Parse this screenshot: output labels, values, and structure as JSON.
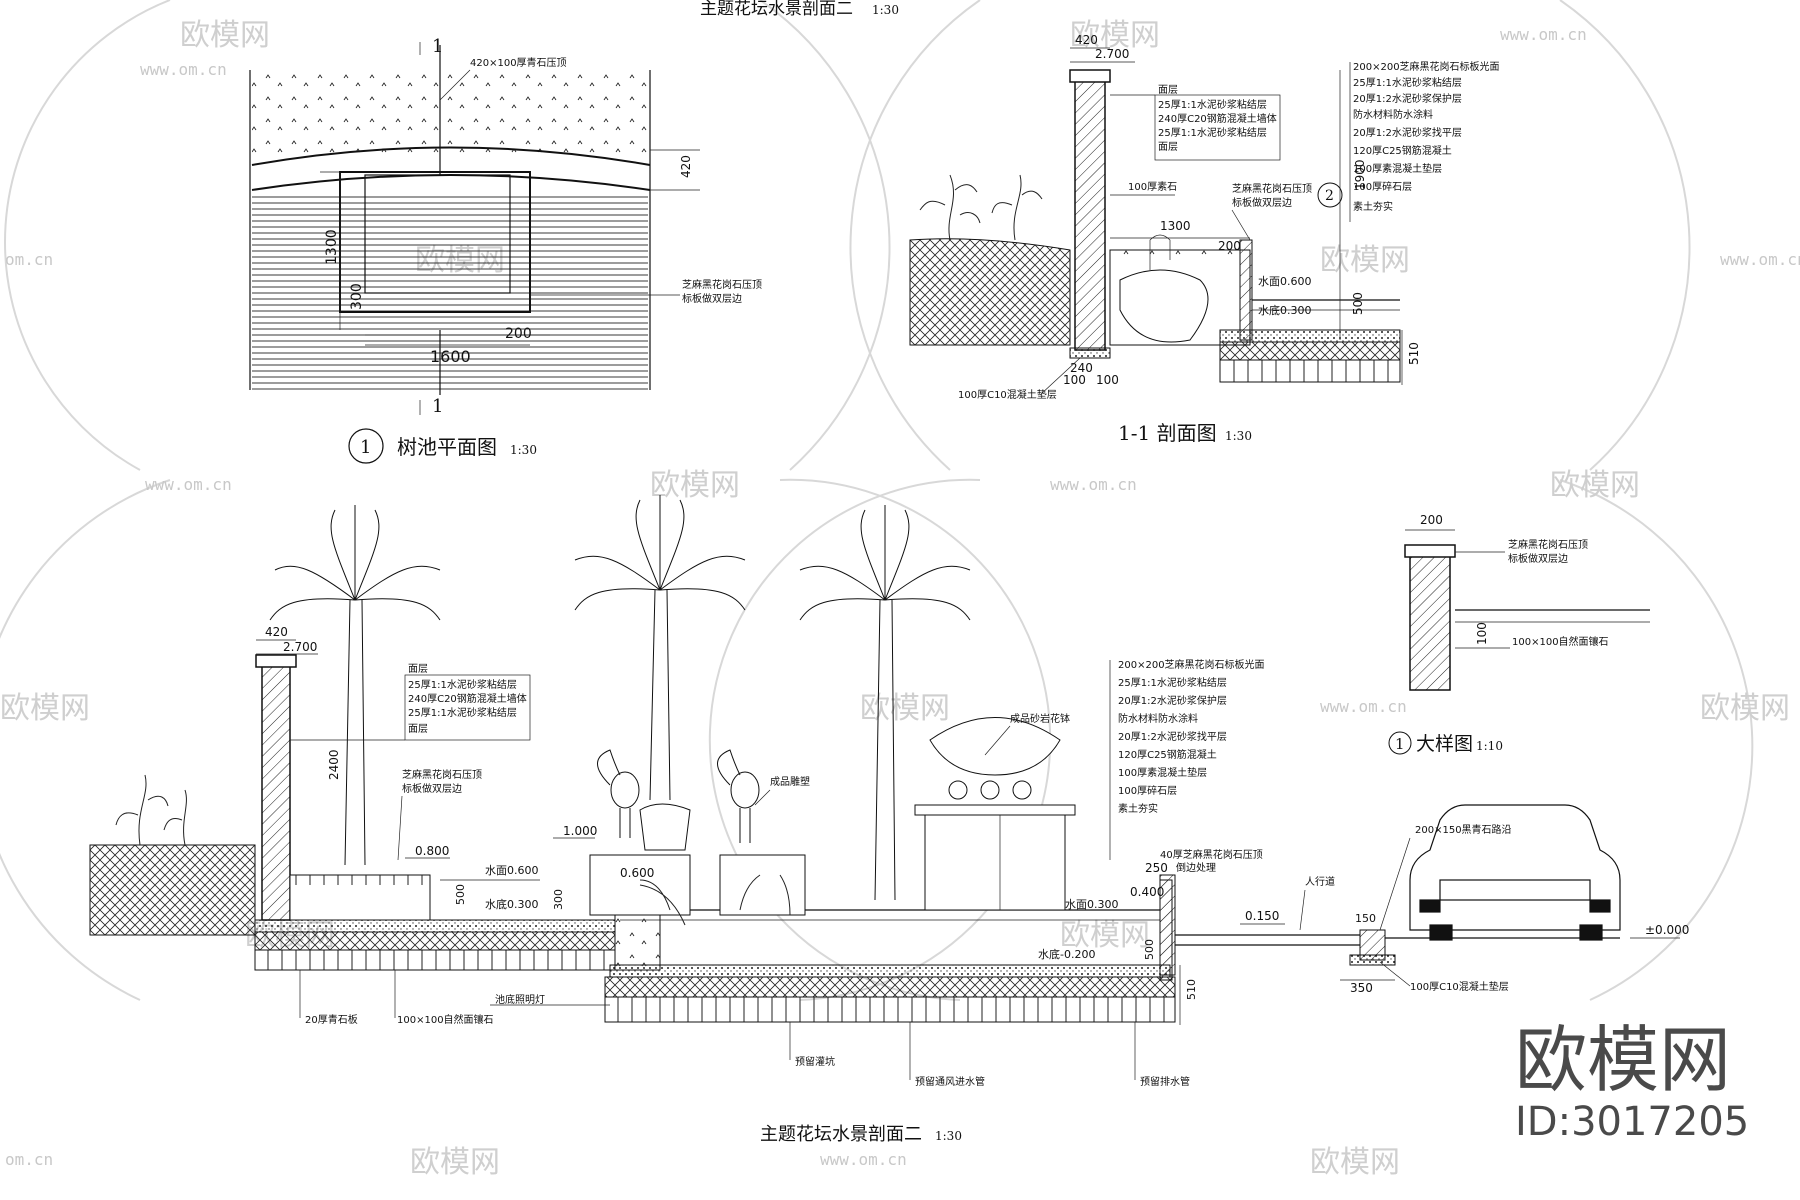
{
  "drawing": {
    "top_title": "主题花坛水景剖面二",
    "top_scale": "1:30",
    "bottom_title": "主题花坛水景剖面二",
    "bottom_scale": "1:30"
  },
  "plan": {
    "number": "1",
    "title": "树池平面图",
    "scale": "1:30",
    "section_mark": "1",
    "note_top": "420×100厚青石压顶",
    "note_right": "芝麻黑花岗石压顶",
    "note_right2": "标板做双层边",
    "dim_1300": "1300",
    "dim_300": "300",
    "dim_200": "200",
    "dim_1600": "1600",
    "dim_420": "420"
  },
  "section11": {
    "title": "1-1 剖面图",
    "scale": "1:30",
    "dim_420": "420",
    "elev_2700": "2.700",
    "dim_1300": "1300",
    "dim_1900": "1900",
    "dim_500": "500",
    "dim_510": "510",
    "dim_200": "200",
    "dim_240": "240",
    "dim_100a": "100",
    "dim_100b": "100",
    "water_level": "水面0.600",
    "water_bottom": "水底0.300",
    "note_gravel": "100厚素石",
    "note_cap": "芝麻黑花岗石压顶",
    "note_cap2": "标板做双层边",
    "note_base": "100厚C10混凝土垫层",
    "circle_num": "2",
    "layers_wall": [
      "面层",
      "25厚1:1水泥砂浆粘结层",
      "240厚C20钢筋混凝土墙体",
      "25厚1:1水泥砂浆粘结层",
      "面层"
    ],
    "layers_pool": [
      "200×200芝麻黑花岗石标板光面",
      "25厚1:1水泥砂浆粘结层",
      "20厚1:2水泥砂浆保护层",
      "防水材料防水涂料",
      "20厚1:2水泥砂浆找平层",
      "120厚C25钢筋混凝土",
      "100厚素混凝土垫层",
      "100厚碎石层",
      "素土夯实"
    ]
  },
  "detail": {
    "number": "1",
    "title": "大样图",
    "scale": "1:10",
    "dim_200": "200",
    "dim_100": "100",
    "note1": "芝麻黑花岗石压顶",
    "note2": "标板做双层边",
    "note3": "100×100自然面镶石"
  },
  "section2": {
    "dim_420": "420",
    "elev_2700": "2.700",
    "dim_2400": "2400",
    "elev_0800": "0.800",
    "elev_1000": "1.000",
    "water_level_a": "水面0.600",
    "water_bottom_a": "水底0.300",
    "elev_0600": "0.600",
    "water_level_b": "水面0.300",
    "water_bottom_b": "水底-0.200",
    "elev_0400": "0.400",
    "elev_0150": "0.150",
    "elev_0000": "±0.000",
    "dim_250": "250",
    "dim_500": "500",
    "dim_300": "300",
    "dim_510": "510",
    "dim_350": "350",
    "dim_150": "150",
    "note_sculpture": "成品雕塑",
    "note_bowl": "成品砂岩花钵",
    "note_cap": "芝麻黑花岗石压顶",
    "note_cap2": "标板做双层边",
    "note_cap_right": "40厚芝麻黑花岗石压顶",
    "note_cap_right2": "倒边处理",
    "note_walkway": "人行道",
    "note_curb": "200×150黑青石路沿",
    "note_base": "100厚C10混凝土垫层",
    "note_slab": "20厚青石板",
    "note_stone": "100×100自然面镶石",
    "note_light": "池底照明灯",
    "note_pipe1": "预留灌坑",
    "note_pipe2": "预留通风进水管",
    "note_pipe3": "预留排水管",
    "layers_wall": [
      "面层",
      "25厚1:1水泥砂浆粘结层",
      "240厚C20钢筋混凝土墙体",
      "25厚1:1水泥砂浆粘结层",
      "面层"
    ],
    "layers_pool": [
      "200×200芝麻黑花岗石标板光面",
      "25厚1:1水泥砂浆粘结层",
      "20厚1:2水泥砂浆保护层",
      "防水材料防水涂料",
      "20厚1:2水泥砂浆找平层",
      "120厚C25钢筋混凝土",
      "100厚素混凝土垫层",
      "100厚碎石层",
      "素土夯实"
    ]
  },
  "watermark": {
    "brand": "欧模网",
    "url": "www.om.cn",
    "url_short": "om.cn",
    "big_brand": "欧模网",
    "id_text": "ID:3017205"
  }
}
